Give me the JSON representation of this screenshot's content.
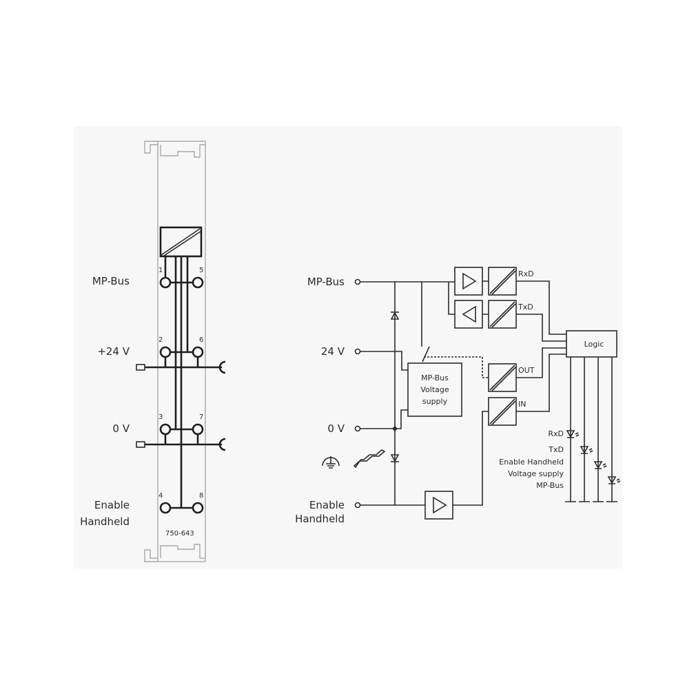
{
  "module": {
    "part_number": "750-643",
    "terminal_numbers": [
      "1",
      "2",
      "3",
      "4",
      "5",
      "6",
      "7",
      "8"
    ],
    "labels": {
      "mpbus": "MP-Bus",
      "plus24": "+24 V",
      "zero": "0 V",
      "enable1": "Enable",
      "enable2": "Handheld"
    }
  },
  "schematic": {
    "inputs": {
      "mpbus": "MP-Bus",
      "v24": "24 V",
      "zero": "0 V",
      "enable1": "Enable",
      "enable2": "Handheld"
    },
    "supply": [
      "MP-Bus",
      "Voltage",
      "supply"
    ],
    "signals": {
      "rxd": "RxD",
      "txd": "TxD",
      "out": "OUT",
      "in": "IN"
    },
    "logic": "Logic",
    "leds": [
      "RxD",
      "TxD",
      "Enable Handheld",
      "Voltage supply",
      "MP-Bus"
    ]
  },
  "colors": {
    "background": "#f7f7f7",
    "line": "#2a2a2a"
  }
}
